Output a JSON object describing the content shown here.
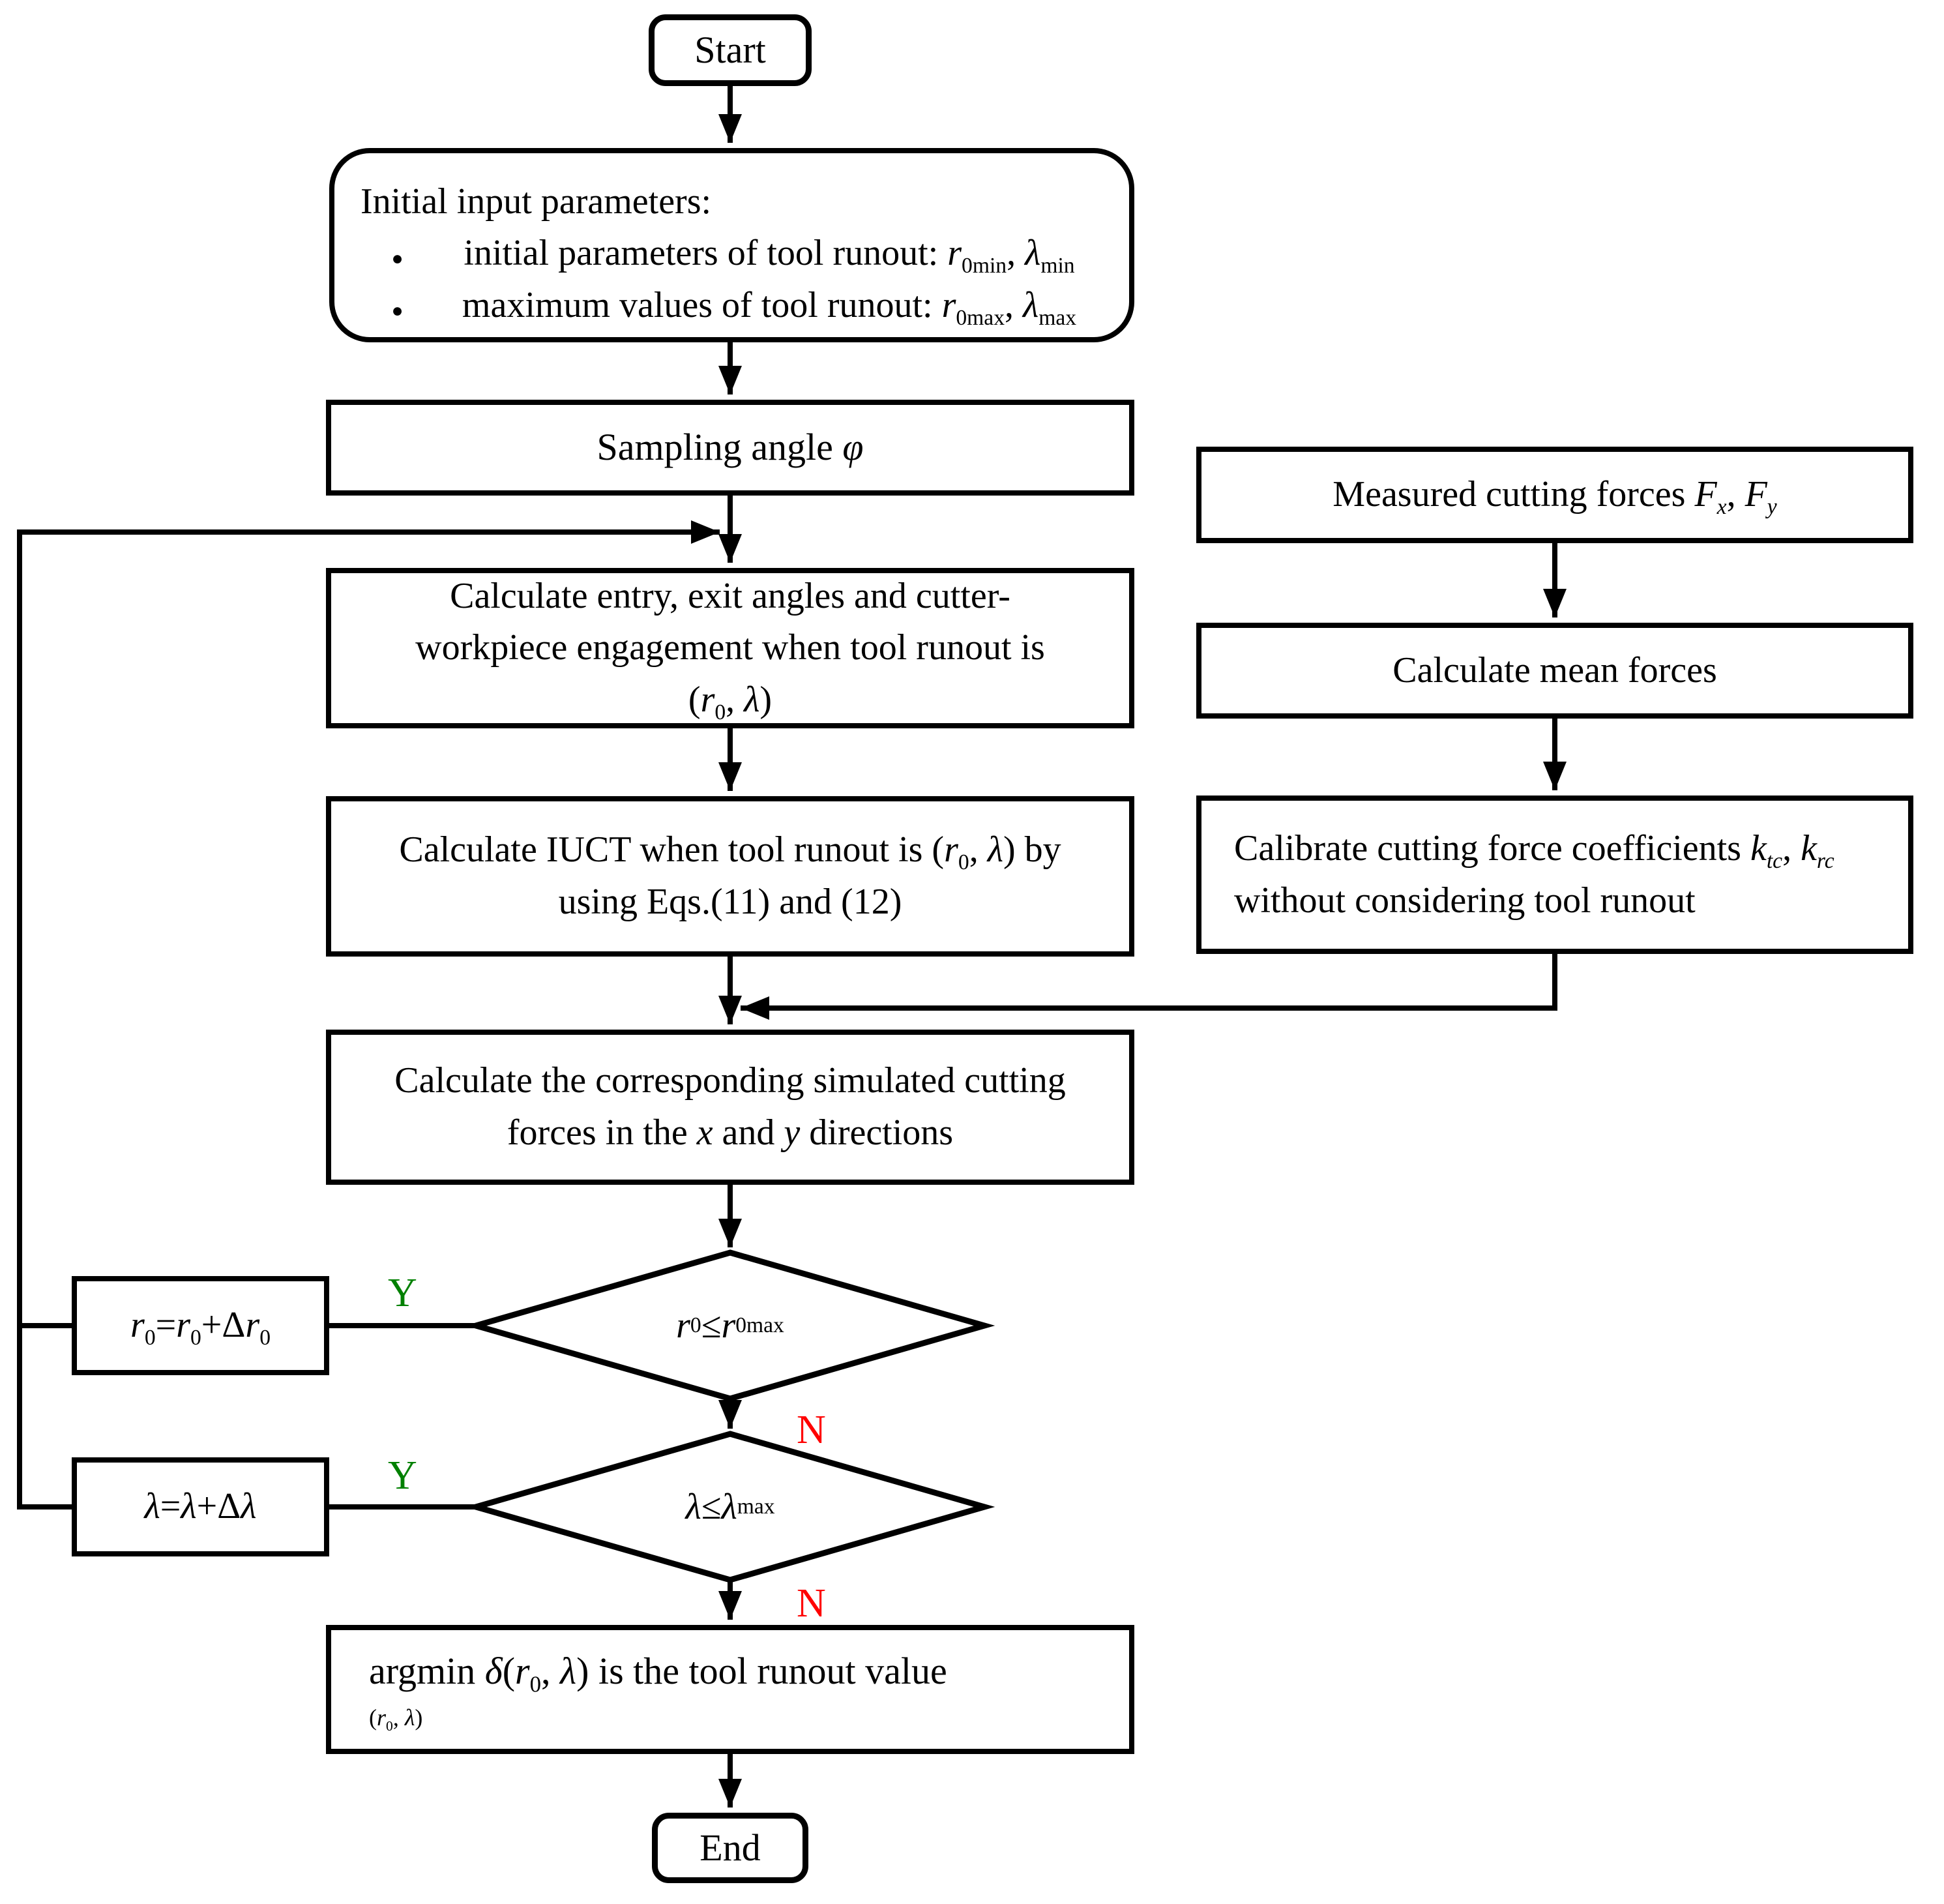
{
  "colors": {
    "line": "#000000",
    "node_fill": "#ffffff",
    "yes_label": "#008000",
    "no_label": "#ff0000"
  },
  "branch_labels": {
    "yes": "Y",
    "no": "N"
  },
  "bullet_char": "●",
  "nodes": {
    "start": {
      "label": "Start"
    },
    "initial_inputs": {
      "title": "Initial input parameters:",
      "bullets": [
        "initial parameters of tool runout: <i>r</i><sub>0min</sub>, <i>λ</i><sub>min</sub>",
        "maximum values of tool runout: <i>r</i><sub>0max</sub>, <i>λ</i><sub>max</sub>"
      ]
    },
    "sampling_angle": {
      "label": "Sampling angle <i>φ</i>"
    },
    "entry_exit": {
      "label": "Calculate entry, exit angles and cutter-<br>workpiece engagement when tool runout is<br>(<i>r</i><sub>0</sub>, <i>λ</i>)"
    },
    "iuct": {
      "label": "Calculate IUCT when tool runout is (<i>r</i><sub>0</sub>, <i>λ</i>) by<br>using Eqs.(11) and (12)"
    },
    "measured_forces": {
      "label": "Measured cutting forces <i>F</i><sub><i>x</i></sub>, <i>F</i><sub><i>y</i></sub>"
    },
    "mean_forces": {
      "label": "Calculate mean forces"
    },
    "calibrate": {
      "label": "Calibrate cutting force coefficients <i>k</i><sub><i>tc</i></sub>, <i>k</i><sub><i>rc</i></sub><br>without considering tool runout"
    },
    "simulated_forces": {
      "label": "Calculate the corresponding simulated cutting<br>forces in the <i>x</i> and <i>y</i> directions"
    },
    "decision_r0": {
      "label": "<i>r</i><sub>0</sub> ≤ <i>r</i><sub>0max</sub>"
    },
    "increment_r0": {
      "label": "<i>r</i><sub>0</sub>=<i>r</i><sub>0</sub>+Δ<i>r</i><sub>0</sub>"
    },
    "decision_lambda": {
      "label": "<i>λ</i>≤<i>λ</i><sub>max</sub>"
    },
    "increment_lambda": {
      "label": "<i>λ</i>=<i>λ</i>+Δ<i>λ</i>"
    },
    "argmin": {
      "main": "argmin <i>δ</i>(<i>r</i><sub>0</sub>, <i>λ</i>) is the tool runout value",
      "subscript": "(<i>r</i><sub>0</sub>, <i>λ</i>)"
    },
    "end": {
      "label": "End"
    }
  }
}
